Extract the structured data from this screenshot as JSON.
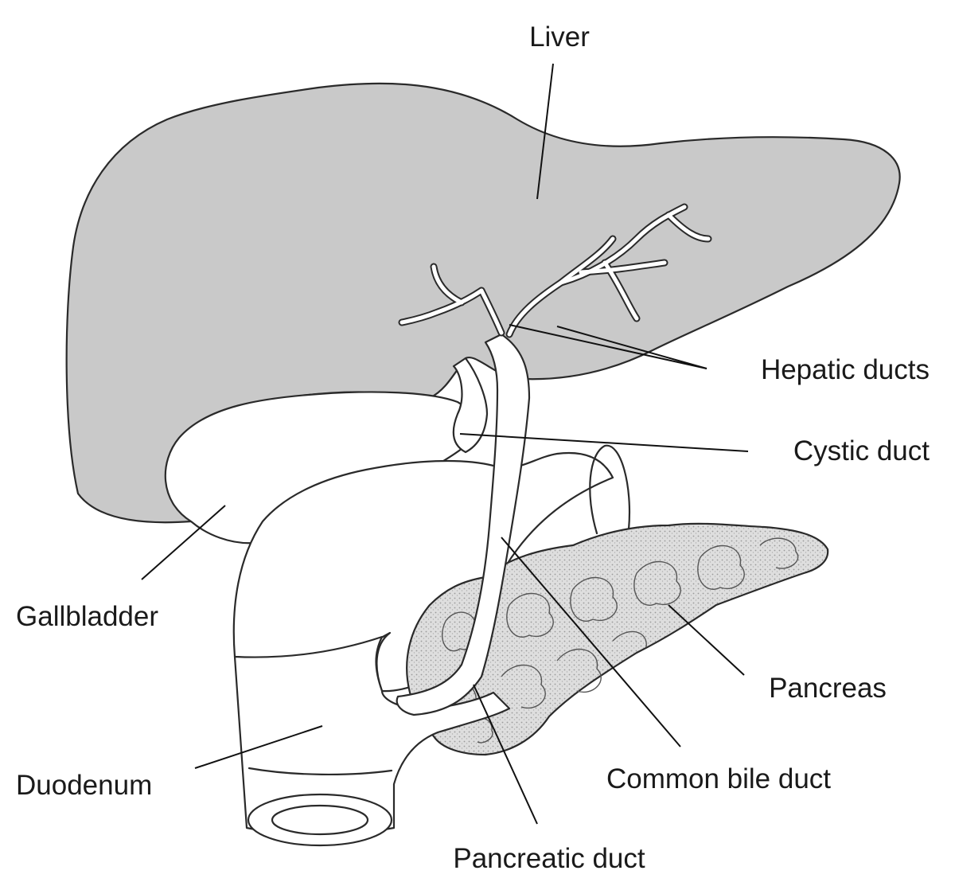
{
  "labels": {
    "liver": "Liver",
    "hepatic_ducts": "Hepatic ducts",
    "cystic_duct": "Cystic duct",
    "gallbladder": "Gallbladder",
    "pancreas": "Pancreas",
    "duodenum": "Duodenum",
    "common_bile_duct": "Common bile duct",
    "pancreatic_duct": "Pancreatic duct"
  },
  "colors": {
    "liver_fill": "#c9c9c9",
    "pancreas_fill": "#d9d9d9",
    "outline": "#2a2a2a",
    "background": "#ffffff",
    "text": "#1a1a1a"
  }
}
